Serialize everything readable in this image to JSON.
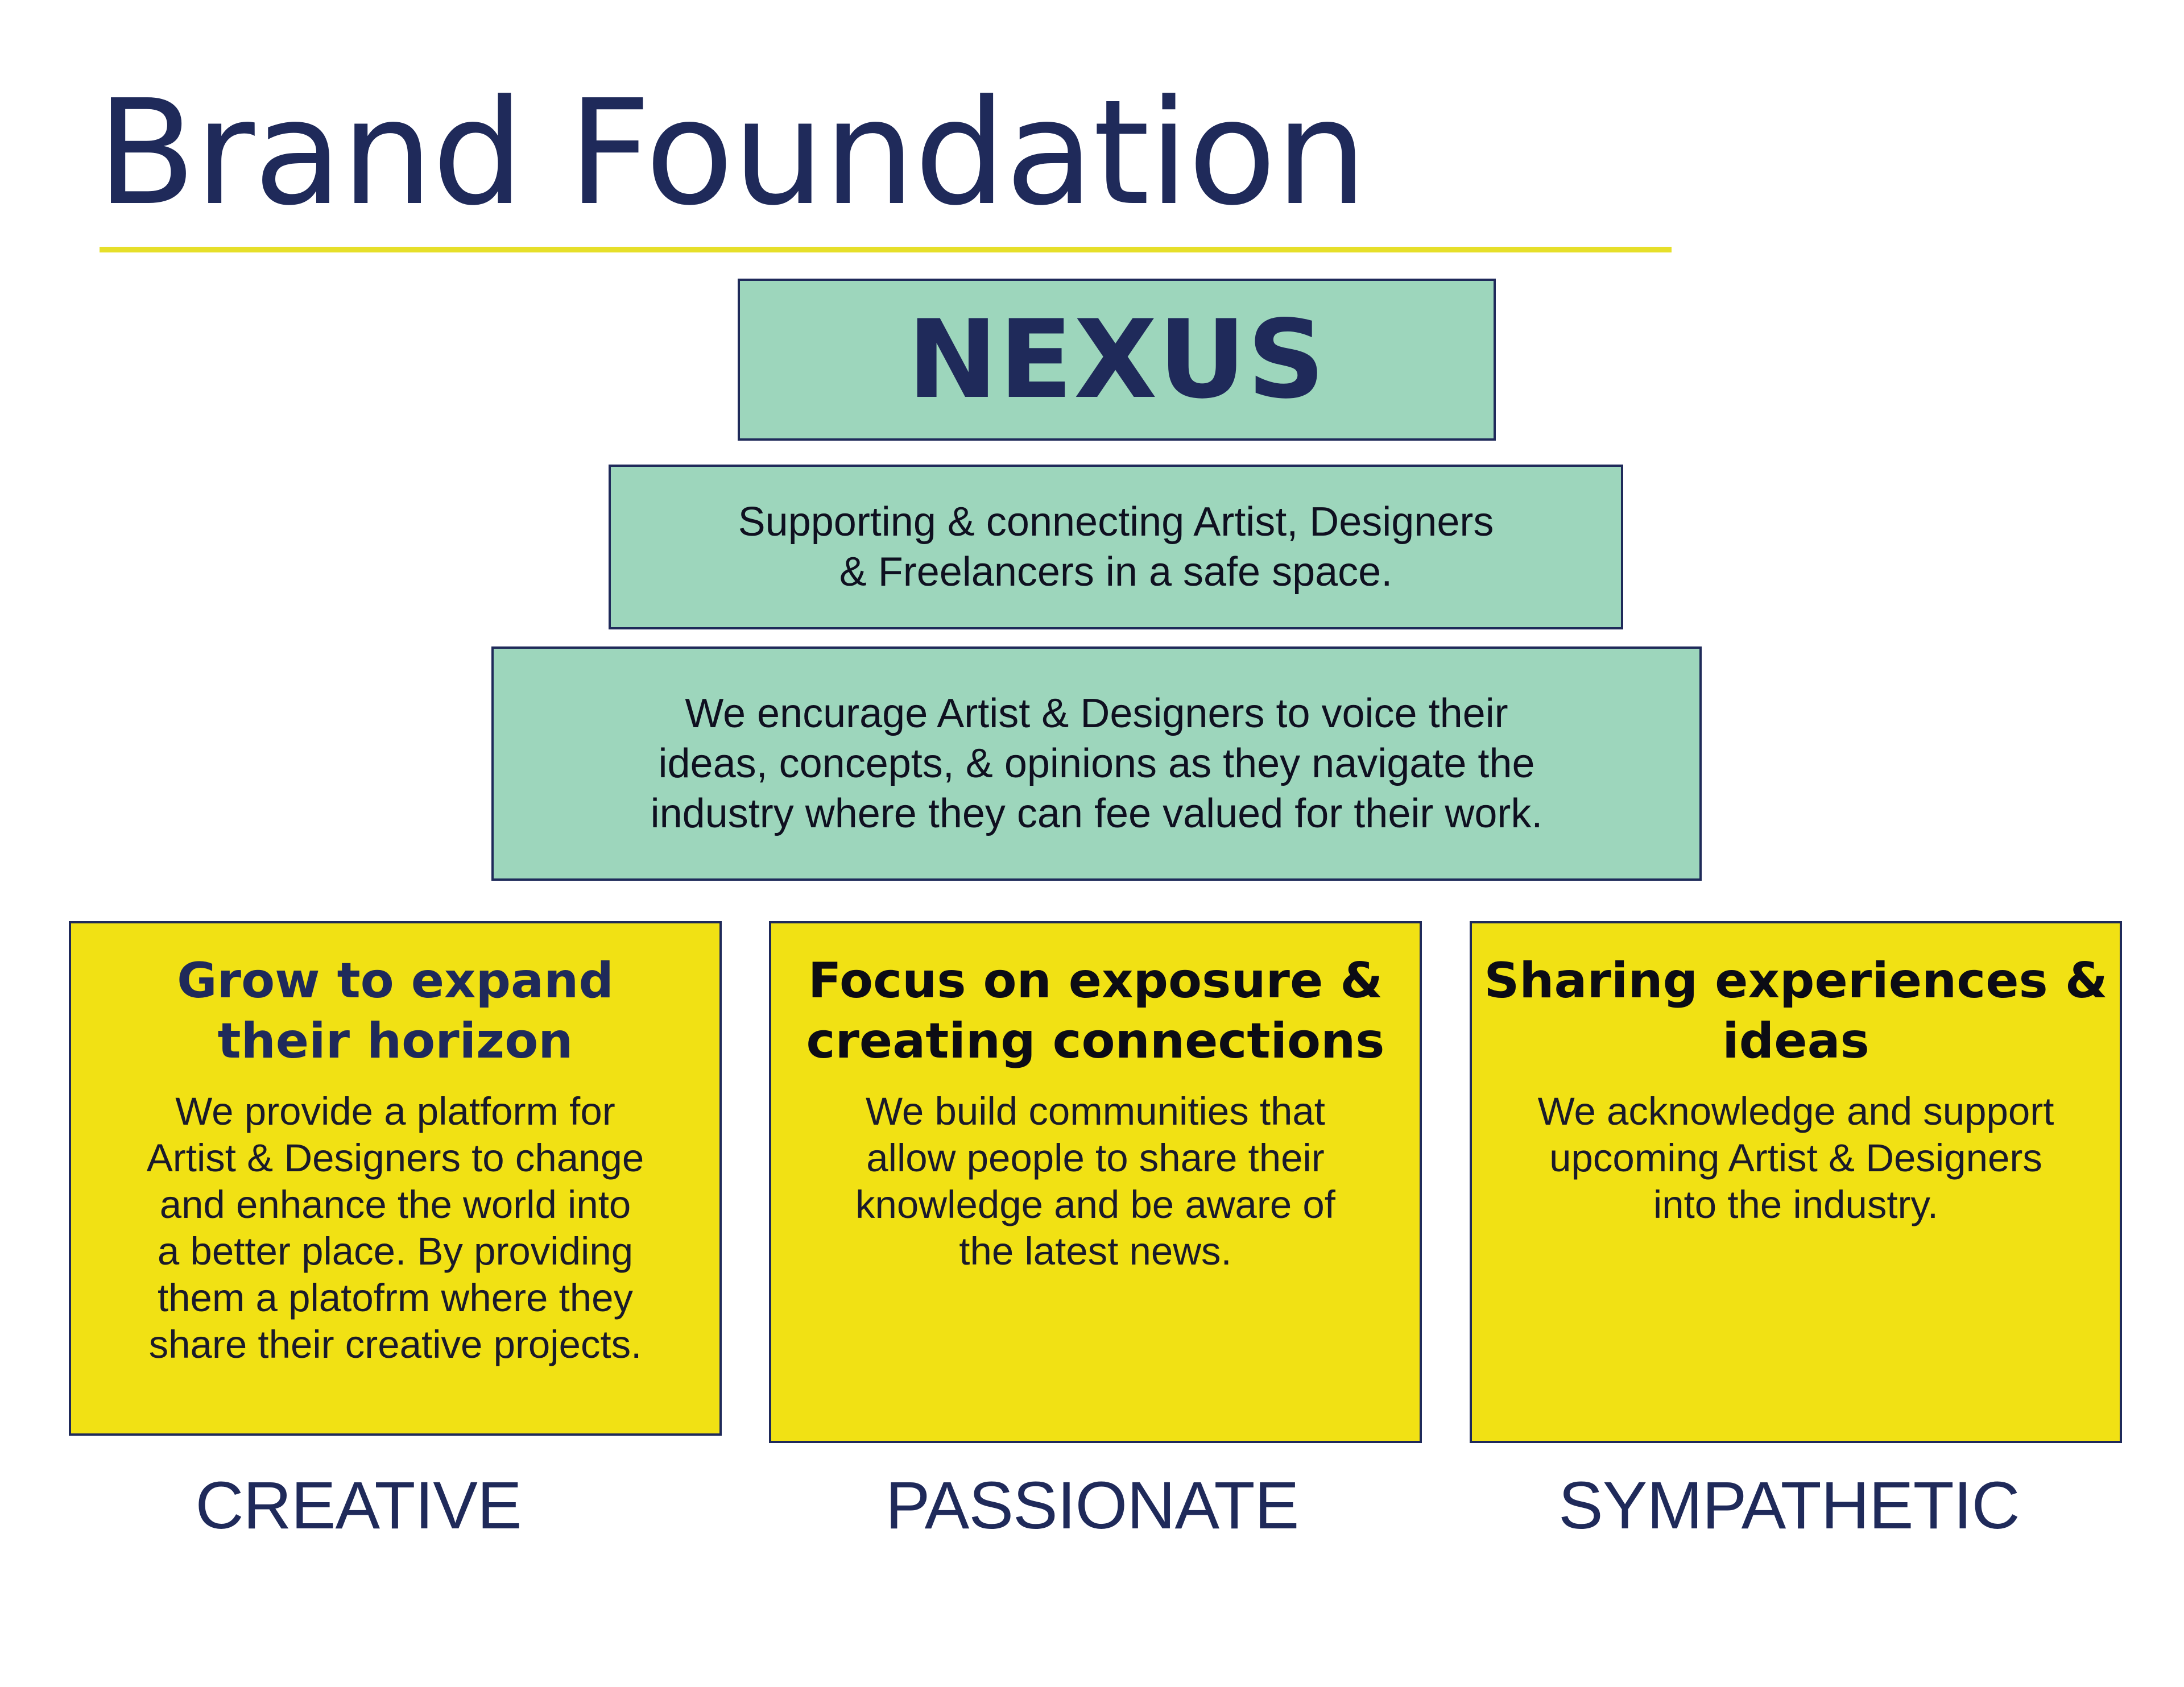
{
  "page": {
    "title": "Brand Foundation"
  },
  "brand_name": "NEXUS",
  "mission": "Supporting & connecting Artist, Designers\n& Freelancers in a safe space.",
  "vision": "We encurage Artist & Designers to voice their\nideas, concepts, & opinions as they navigate the\nindustry  where they can fee valued for their work.",
  "pillars": [
    {
      "heading": "Grow to expand\ntheir horizon",
      "body": "We provide a platform for\nArtist & Designers to change\nand enhance the world into\na better place. By providing\nthem a platofrm where they\nshare their creative projects.",
      "trait": "CREATIVE"
    },
    {
      "heading": "Focus on exposure &\ncreating connections",
      "body": "We build communities that\nallow people to share their\nknowledge and be aware of\nthe latest news.",
      "trait": "PASSIONATE"
    },
    {
      "heading": "Sharing experiences &\nideas",
      "body": "We acknowledge and support\nupcoming Artist & Designers\ninto the industry.",
      "trait": "SYMPATHETIC"
    }
  ],
  "colors": {
    "navy": "#1f2a5a",
    "mint": "#9dd6bc",
    "yellow": "#f1e114",
    "rule_yellow": "#e6df2a",
    "heading_dark": "#0c0c14",
    "body_text": "#1a1a2a"
  }
}
